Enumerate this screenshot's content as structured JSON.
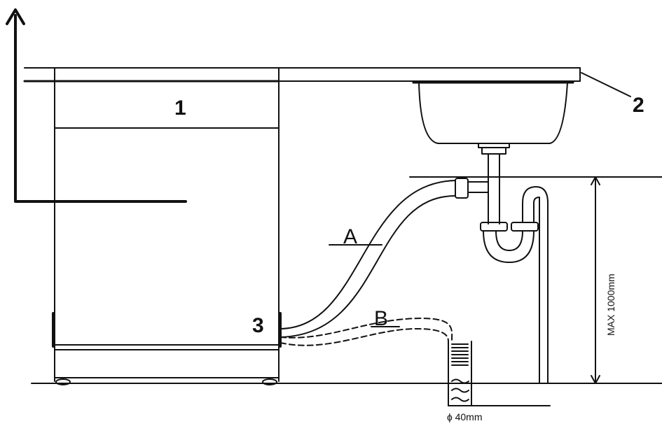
{
  "labels": {
    "countertop": "1",
    "sink": "2",
    "outlet": "3",
    "hose_a": "A",
    "hose_b": "B",
    "max_height": "MAX 1000mm",
    "diameter": "ɸ 40mm"
  }
}
